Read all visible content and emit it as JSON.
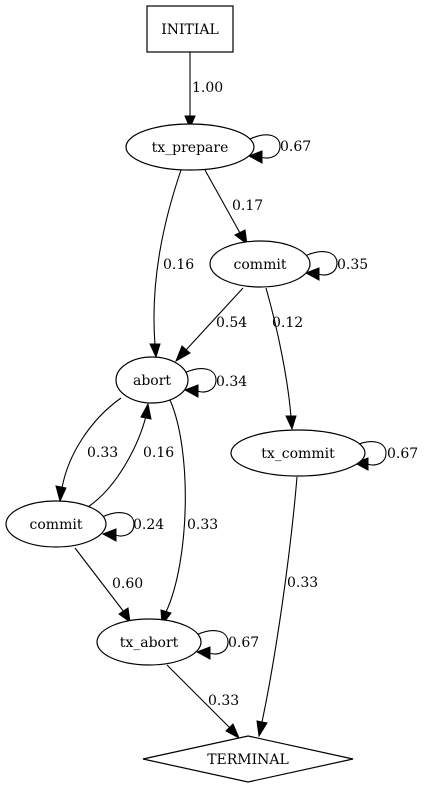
{
  "nodes": [
    {
      "id": "initial",
      "label": "INITIAL",
      "shape": "box"
    },
    {
      "id": "tx_prepare",
      "label": "tx_prepare",
      "shape": "ellipse"
    },
    {
      "id": "commit_upper",
      "label": "commit",
      "shape": "ellipse"
    },
    {
      "id": "abort",
      "label": "abort",
      "shape": "ellipse"
    },
    {
      "id": "tx_commit",
      "label": "tx_commit",
      "shape": "ellipse"
    },
    {
      "id": "commit_lower",
      "label": "commit",
      "shape": "ellipse"
    },
    {
      "id": "tx_abort",
      "label": "tx_abort",
      "shape": "ellipse"
    },
    {
      "id": "terminal",
      "label": "TERMINAL",
      "shape": "diamond"
    }
  ],
  "edges": [
    {
      "from": "initial",
      "to": "tx_prepare",
      "label": "1.00"
    },
    {
      "from": "tx_prepare",
      "to": "tx_prepare",
      "label": "0.67"
    },
    {
      "from": "tx_prepare",
      "to": "commit_upper",
      "label": "0.17"
    },
    {
      "from": "tx_prepare",
      "to": "abort",
      "label": "0.16"
    },
    {
      "from": "commit_upper",
      "to": "commit_upper",
      "label": "0.35"
    },
    {
      "from": "commit_upper",
      "to": "abort",
      "label": "0.54"
    },
    {
      "from": "commit_upper",
      "to": "tx_commit",
      "label": "0.12"
    },
    {
      "from": "abort",
      "to": "abort",
      "label": "0.34"
    },
    {
      "from": "abort",
      "to": "commit_lower",
      "label": "0.33"
    },
    {
      "from": "commit_lower",
      "to": "abort",
      "label": "0.16"
    },
    {
      "from": "abort",
      "to": "tx_abort",
      "label": "0.33"
    },
    {
      "from": "tx_commit",
      "to": "tx_commit",
      "label": "0.67"
    },
    {
      "from": "tx_commit",
      "to": "terminal",
      "label": "0.33"
    },
    {
      "from": "commit_lower",
      "to": "commit_lower",
      "label": "0.24"
    },
    {
      "from": "commit_lower",
      "to": "tx_abort",
      "label": "0.60"
    },
    {
      "from": "tx_abort",
      "to": "tx_abort",
      "label": "0.67"
    },
    {
      "from": "tx_abort",
      "to": "terminal",
      "label": "0.33"
    }
  ]
}
